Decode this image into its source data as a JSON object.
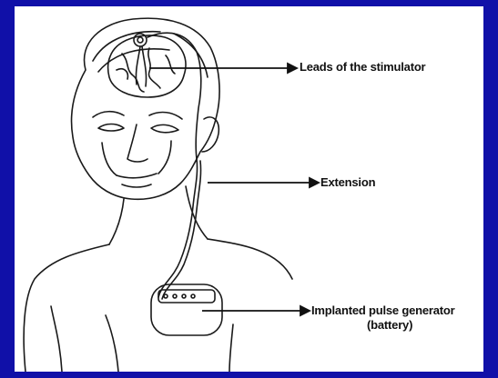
{
  "annotations": {
    "leads": "Leads of the stimulator",
    "extension": "Extension",
    "generator_line1": "Implanted pulse generator",
    "generator_line2": "(battery)"
  },
  "colors": {
    "background": "#1010a8",
    "panel": "#ffffff",
    "ink": "#111111"
  }
}
